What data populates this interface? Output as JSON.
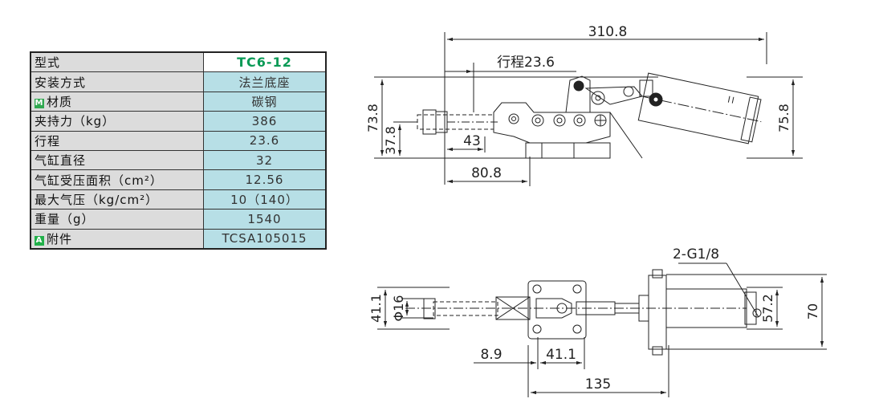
{
  "spec_table": {
    "rows": [
      {
        "label": "型式",
        "value": "TC6-12"
      },
      {
        "label": "安装方式",
        "value": "法兰底座"
      },
      {
        "label": "材质",
        "value": "碳钢",
        "badge": "M"
      },
      {
        "label": "夹持力（kg）",
        "value": "386"
      },
      {
        "label": "行程",
        "value": "23.6"
      },
      {
        "label": "气缸直径",
        "value": "32"
      },
      {
        "label": "气缸受压面积（cm²）",
        "value": "12.56"
      },
      {
        "label": "最大气压（kg/cm²）",
        "value": "10（140）"
      },
      {
        "label": "重量（g）",
        "value": "1540"
      },
      {
        "label": "附件",
        "value": "TCSA105015",
        "badge": "A"
      }
    ]
  },
  "side_view": {
    "overall_length": "310.8",
    "stroke": "行程23.6",
    "height_total": "73.8",
    "height_center": "37.8",
    "dim_43": "43",
    "dim_80_8": "80.8",
    "height_right": "75.8"
  },
  "top_view": {
    "port": "2-G1/8",
    "width_41_1": "41.1",
    "rod_dia": "Φ16",
    "dim_57_2": "57.2",
    "dim_70": "70",
    "dim_8_9": "8.9",
    "dim_41_1_bottom": "41.1",
    "dim_135": "135"
  }
}
